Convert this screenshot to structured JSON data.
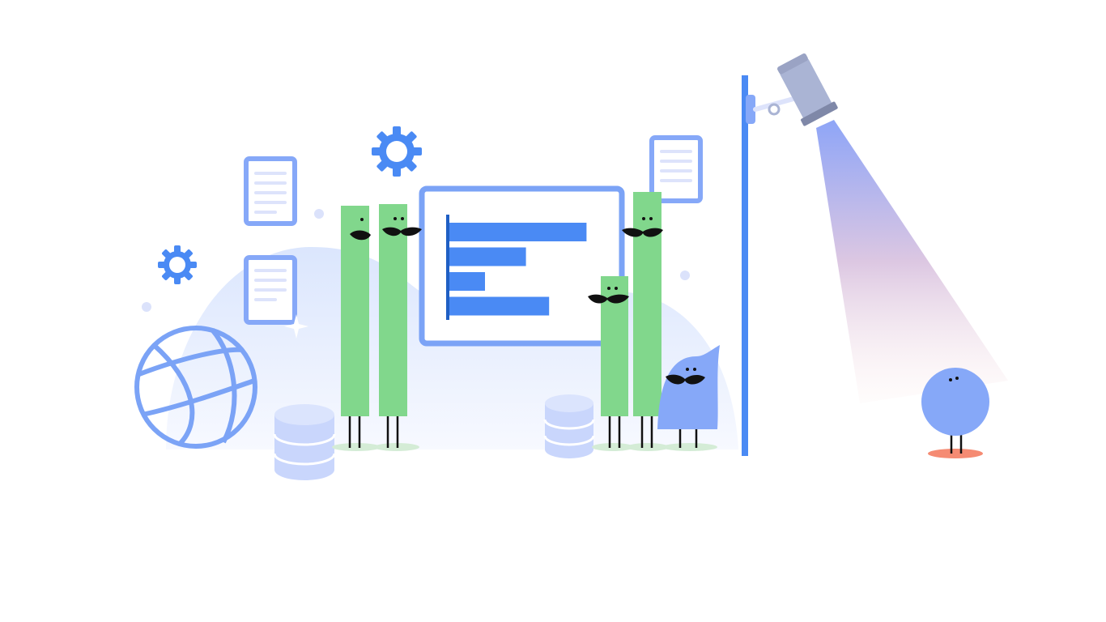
{
  "illustration": {
    "subject": "data-analytics-team-under-spotlight",
    "colors": {
      "background": "#ffffff",
      "backdrop": "#e3ecfd",
      "primary_blue": "#4a8af4",
      "soft_blue": "#86a8f8",
      "chart_frame": "#7ba3f6",
      "doc_line": "#dde3fb",
      "database": "#c9d6fc",
      "green_character": "#81d78c",
      "mustache": "#111111",
      "pole": "#4a8af4",
      "spotlight_body": "#aab4d4",
      "spotlight_beam_top": "#8ea5f7",
      "spotlight_beam_bottom": "#fbe3e2",
      "shadow_green": "#d4ecd6",
      "shadow_coral": "#f58b73"
    },
    "icons": [
      "gear-icon",
      "document-icon",
      "globe-icon",
      "database-icon",
      "sparkle-icon",
      "spotlight-icon"
    ],
    "chart": {
      "type": "horizontal-bar",
      "bars": [
        0.77,
        0.43,
        0.2,
        0.56
      ]
    }
  }
}
